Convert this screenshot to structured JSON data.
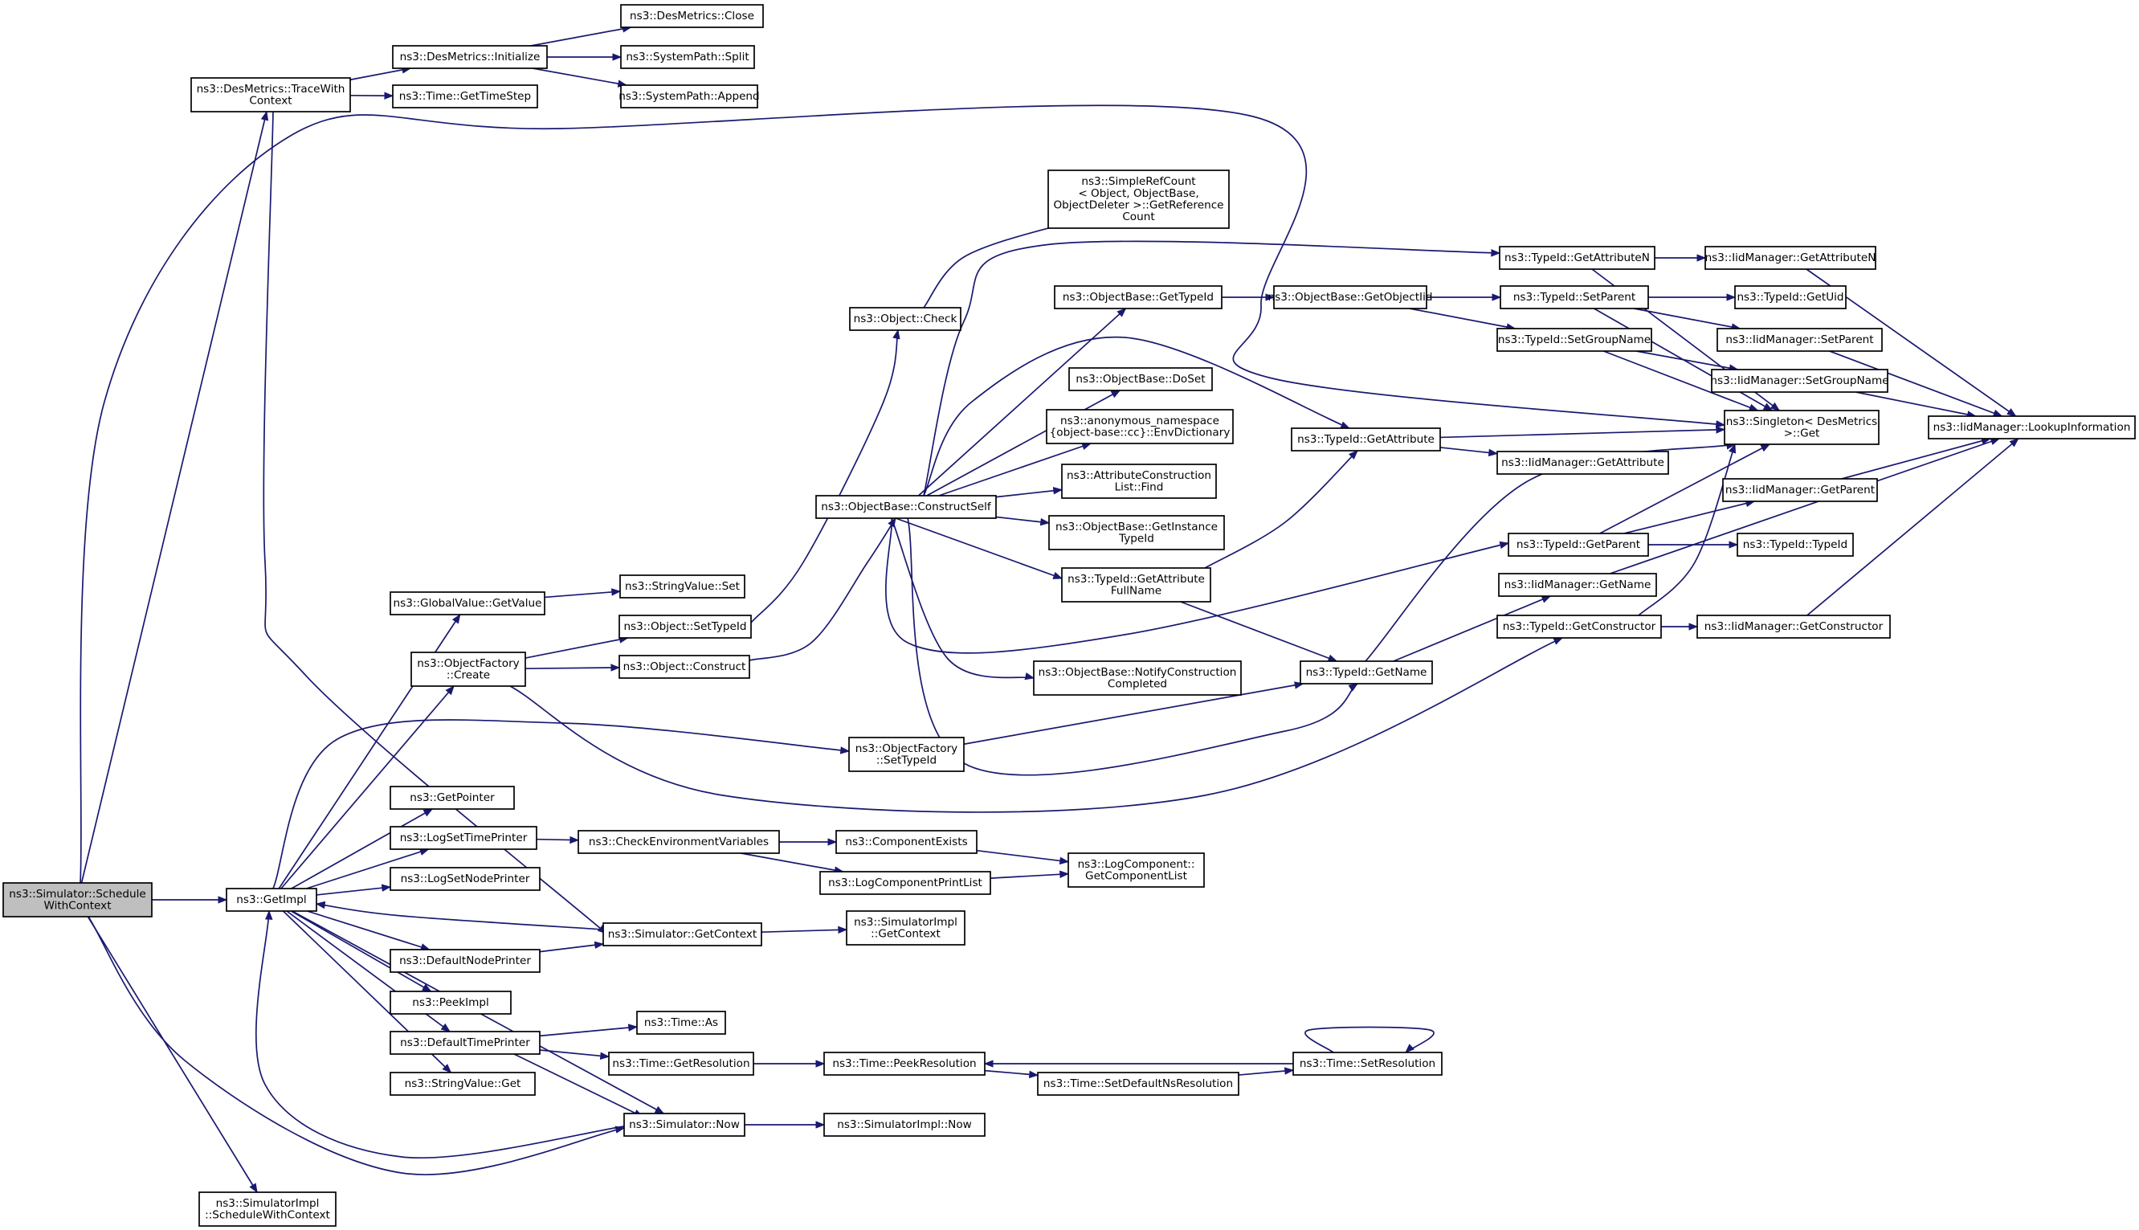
{
  "accent": "#191970",
  "root_fill": "#bfbfbf",
  "nodes": [
    {
      "id": "root",
      "lines": [
        "ns3::Simulator::Schedule",
        "WithContext"
      ],
      "root": true
    },
    {
      "id": "trace",
      "lines": [
        "ns3::DesMetrics::TraceWith",
        "Context"
      ]
    },
    {
      "id": "sched2",
      "lines": [
        "ns3::SimulatorImpl",
        "::ScheduleWithContext"
      ]
    },
    {
      "id": "getimpl",
      "lines": [
        "ns3::GetImpl"
      ]
    },
    {
      "id": "initialize",
      "lines": [
        "ns3::DesMetrics::Initialize"
      ]
    },
    {
      "id": "gettimestep",
      "lines": [
        "ns3::Time::GetTimeStep"
      ]
    },
    {
      "id": "close",
      "lines": [
        "ns3::DesMetrics::Close"
      ]
    },
    {
      "id": "split",
      "lines": [
        "ns3::SystemPath::Split"
      ]
    },
    {
      "id": "append",
      "lines": [
        "ns3::SystemPath::Append"
      ]
    },
    {
      "id": "gvget",
      "lines": [
        "ns3::GlobalValue::GetValue"
      ]
    },
    {
      "id": "svset",
      "lines": [
        "ns3::StringValue::Set"
      ]
    },
    {
      "id": "ofcreate",
      "lines": [
        "ns3::ObjectFactory",
        "::Create"
      ]
    },
    {
      "id": "objsettype",
      "lines": [
        "ns3::Object::SetTypeId"
      ]
    },
    {
      "id": "objconstruct",
      "lines": [
        "ns3::Object::Construct"
      ]
    },
    {
      "id": "objcheck",
      "lines": [
        "ns3::Object::Check"
      ]
    },
    {
      "id": "simpleref",
      "lines": [
        "ns3::SimpleRefCount",
        "< Object, ObjectBase,",
        "ObjectDeleter >::GetReference",
        "Count"
      ]
    },
    {
      "id": "ofsettype",
      "lines": [
        "ns3::ObjectFactory",
        "::SetTypeId"
      ]
    },
    {
      "id": "construct",
      "lines": [
        "ns3::ObjectBase::ConstructSelf"
      ]
    },
    {
      "id": "obgettype",
      "lines": [
        "ns3::ObjectBase::GetTypeId"
      ]
    },
    {
      "id": "dobset",
      "lines": [
        "ns3::ObjectBase::DoSet"
      ]
    },
    {
      "id": "envdict",
      "lines": [
        "ns3::anonymous_namespace",
        "{object-base::cc}::EnvDictionary"
      ]
    },
    {
      "id": "acfind",
      "lines": [
        "ns3::AttributeConstruction",
        "List::Find"
      ]
    },
    {
      "id": "obgetinst",
      "lines": [
        "ns3::ObjectBase::GetInstance",
        "TypeId"
      ]
    },
    {
      "id": "tidgetattrfull",
      "lines": [
        "ns3::TypeId::GetAttribute",
        "FullName"
      ]
    },
    {
      "id": "notify",
      "lines": [
        "ns3::ObjectBase::NotifyConstruction",
        "Completed"
      ]
    },
    {
      "id": "obgetobj",
      "lines": [
        "ns3::ObjectBase::GetObjectIid"
      ]
    },
    {
      "id": "tidgetattr",
      "lines": [
        "ns3::TypeId::GetAttribute"
      ]
    },
    {
      "id": "tidgetname",
      "lines": [
        "ns3::TypeId::GetName"
      ]
    },
    {
      "id": "tidgetattrn",
      "lines": [
        "ns3::TypeId::GetAttributeN"
      ]
    },
    {
      "id": "tidsetparent",
      "lines": [
        "ns3::TypeId::SetParent"
      ]
    },
    {
      "id": "tidsetgroup",
      "lines": [
        "ns3::TypeId::SetGroupName"
      ]
    },
    {
      "id": "singleton",
      "lines": [
        "ns3::Singleton< DesMetrics",
        ">::Get"
      ]
    },
    {
      "id": "iidgetattr",
      "lines": [
        "ns3::IidManager::GetAttribute"
      ]
    },
    {
      "id": "tidgetparent",
      "lines": [
        "ns3::TypeId::GetParent"
      ]
    },
    {
      "id": "iidgetname",
      "lines": [
        "ns3::IidManager::GetName"
      ]
    },
    {
      "id": "tidgetctor",
      "lines": [
        "ns3::TypeId::GetConstructor"
      ]
    },
    {
      "id": "iidgetattrn",
      "lines": [
        "ns3::IidManager::GetAttributeN"
      ]
    },
    {
      "id": "tidgetuid",
      "lines": [
        "ns3::TypeId::GetUid"
      ]
    },
    {
      "id": "iidsetparent",
      "lines": [
        "ns3::IidManager::SetParent"
      ]
    },
    {
      "id": "iidsetgroup",
      "lines": [
        "ns3::IidManager::SetGroupName"
      ]
    },
    {
      "id": "iidgetparent",
      "lines": [
        "ns3::IidManager::GetParent"
      ]
    },
    {
      "id": "tidtypeid",
      "lines": [
        "ns3::TypeId::TypeId"
      ]
    },
    {
      "id": "iidgetctor",
      "lines": [
        "ns3::IidManager::GetConstructor"
      ]
    },
    {
      "id": "lookup",
      "lines": [
        "ns3::IidManager::LookupInformation"
      ]
    },
    {
      "id": "getpointer",
      "lines": [
        "ns3::GetPointer"
      ]
    },
    {
      "id": "logsettime",
      "lines": [
        "ns3::LogSetTimePrinter"
      ]
    },
    {
      "id": "logsetnode",
      "lines": [
        "ns3::LogSetNodePrinter"
      ]
    },
    {
      "id": "checkenv",
      "lines": [
        "ns3::CheckEnvironmentVariables"
      ]
    },
    {
      "id": "compexists",
      "lines": [
        "ns3::ComponentExists"
      ]
    },
    {
      "id": "logcompprint",
      "lines": [
        "ns3::LogComponentPrintList"
      ]
    },
    {
      "id": "logcompget",
      "lines": [
        "ns3::LogComponent::",
        "GetComponentList"
      ]
    },
    {
      "id": "defnode",
      "lines": [
        "ns3::DefaultNodePrinter"
      ]
    },
    {
      "id": "simgetctx",
      "lines": [
        "ns3::Simulator::GetContext"
      ]
    },
    {
      "id": "simimplgetctx",
      "lines": [
        "ns3::SimulatorImpl",
        "::GetContext"
      ]
    },
    {
      "id": "peekimpl",
      "lines": [
        "ns3::PeekImpl"
      ]
    },
    {
      "id": "deftime",
      "lines": [
        "ns3::DefaultTimePrinter"
      ]
    },
    {
      "id": "svget",
      "lines": [
        "ns3::StringValue::Get"
      ]
    },
    {
      "id": "timeas",
      "lines": [
        "ns3::Time::As"
      ]
    },
    {
      "id": "timegetres",
      "lines": [
        "ns3::Time::GetResolution"
      ]
    },
    {
      "id": "timepeekres",
      "lines": [
        "ns3::Time::PeekResolution"
      ]
    },
    {
      "id": "timesetdef",
      "lines": [
        "ns3::Time::SetDefaultNsResolution"
      ]
    },
    {
      "id": "timesetres",
      "lines": [
        "ns3::Time::SetResolution"
      ]
    },
    {
      "id": "simnow",
      "lines": [
        "ns3::Simulator::Now"
      ]
    },
    {
      "id": "simimplnow",
      "lines": [
        "ns3::SimulatorImpl::Now"
      ]
    }
  ],
  "edges": [
    {
      "from": "root",
      "to": "trace"
    },
    {
      "from": "root",
      "to": "getimpl"
    },
    {
      "from": "root",
      "to": "sched2"
    },
    {
      "from": "root",
      "to": "singleton"
    },
    {
      "from": "root",
      "to": "simnow"
    },
    {
      "from": "trace",
      "to": "initialize"
    },
    {
      "from": "trace",
      "to": "gettimestep"
    },
    {
      "from": "trace",
      "to": "simgetctx"
    },
    {
      "from": "initialize",
      "to": "close"
    },
    {
      "from": "initialize",
      "to": "split"
    },
    {
      "from": "initialize",
      "to": "append"
    },
    {
      "from": "getimpl",
      "to": "gvget"
    },
    {
      "from": "getimpl",
      "to": "ofcreate"
    },
    {
      "from": "getimpl",
      "to": "ofsettype"
    },
    {
      "from": "getimpl",
      "to": "getpointer"
    },
    {
      "from": "getimpl",
      "to": "logsettime"
    },
    {
      "from": "getimpl",
      "to": "logsetnode"
    },
    {
      "from": "getimpl",
      "to": "defnode"
    },
    {
      "from": "getimpl",
      "to": "peekimpl"
    },
    {
      "from": "getimpl",
      "to": "deftime"
    },
    {
      "from": "getimpl",
      "to": "svget"
    },
    {
      "from": "getimpl",
      "to": "simnow"
    },
    {
      "from": "gvget",
      "to": "svset"
    },
    {
      "from": "ofcreate",
      "to": "objsettype"
    },
    {
      "from": "ofcreate",
      "to": "objconstruct"
    },
    {
      "from": "ofcreate",
      "to": "tidgetctor"
    },
    {
      "from": "objsettype",
      "to": "objcheck"
    },
    {
      "from": "objcheck",
      "to": "simpleref"
    },
    {
      "from": "objconstruct",
      "to": "construct"
    },
    {
      "from": "ofsettype",
      "to": "tidgetname"
    },
    {
      "from": "construct",
      "to": "obgettype"
    },
    {
      "from": "construct",
      "to": "dobset"
    },
    {
      "from": "construct",
      "to": "envdict"
    },
    {
      "from": "construct",
      "to": "acfind"
    },
    {
      "from": "construct",
      "to": "obgetinst"
    },
    {
      "from": "construct",
      "to": "tidgetattrfull"
    },
    {
      "from": "construct",
      "to": "notify"
    },
    {
      "from": "construct",
      "to": "tidgetattr"
    },
    {
      "from": "construct",
      "to": "tidgetname"
    },
    {
      "from": "construct",
      "to": "tidgetattrn"
    },
    {
      "from": "construct",
      "to": "tidgetparent"
    },
    {
      "from": "obgettype",
      "to": "obgetobj"
    },
    {
      "from": "obgetobj",
      "to": "tidsetparent"
    },
    {
      "from": "obgetobj",
      "to": "tidsetgroup"
    },
    {
      "from": "tidgetattrfull",
      "to": "tidgetattr"
    },
    {
      "from": "tidgetattrfull",
      "to": "tidgetname"
    },
    {
      "from": "tidgetattr",
      "to": "singleton"
    },
    {
      "from": "tidgetattr",
      "to": "iidgetattr"
    },
    {
      "from": "tidgetname",
      "to": "singleton"
    },
    {
      "from": "tidgetname",
      "to": "iidgetname"
    },
    {
      "from": "tidgetattrn",
      "to": "singleton"
    },
    {
      "from": "tidgetattrn",
      "to": "iidgetattrn"
    },
    {
      "from": "tidsetparent",
      "to": "singleton"
    },
    {
      "from": "tidsetparent",
      "to": "tidgetuid"
    },
    {
      "from": "tidsetparent",
      "to": "iidsetparent"
    },
    {
      "from": "tidsetgroup",
      "to": "singleton"
    },
    {
      "from": "tidsetgroup",
      "to": "iidsetgroup"
    },
    {
      "from": "tidgetparent",
      "to": "singleton"
    },
    {
      "from": "tidgetparent",
      "to": "iidgetparent"
    },
    {
      "from": "tidgetparent",
      "to": "tidtypeid"
    },
    {
      "from": "tidgetctor",
      "to": "singleton"
    },
    {
      "from": "tidgetctor",
      "to": "iidgetctor"
    },
    {
      "from": "iidgetattrn",
      "to": "lookup"
    },
    {
      "from": "iidsetparent",
      "to": "lookup"
    },
    {
      "from": "iidsetgroup",
      "to": "lookup"
    },
    {
      "from": "iidgetparent",
      "to": "lookup"
    },
    {
      "from": "iidgetname",
      "to": "lookup"
    },
    {
      "from": "iidgetctor",
      "to": "lookup"
    },
    {
      "from": "logsettime",
      "to": "checkenv"
    },
    {
      "from": "checkenv",
      "to": "compexists"
    },
    {
      "from": "checkenv",
      "to": "logcompprint"
    },
    {
      "from": "compexists",
      "to": "logcompget"
    },
    {
      "from": "logcompprint",
      "to": "logcompget"
    },
    {
      "from": "defnode",
      "to": "simgetctx"
    },
    {
      "from": "simgetctx",
      "to": "getimpl"
    },
    {
      "from": "simgetctx",
      "to": "simimplgetctx"
    },
    {
      "from": "deftime",
      "to": "timeas"
    },
    {
      "from": "deftime",
      "to": "timegetres"
    },
    {
      "from": "deftime",
      "to": "simnow"
    },
    {
      "from": "timegetres",
      "to": "timepeekres"
    },
    {
      "from": "timepeekres",
      "to": "timesetdef"
    },
    {
      "from": "timesetdef",
      "to": "timesetres"
    },
    {
      "from": "timesetres",
      "to": "timepeekres"
    },
    {
      "from": "timesetres",
      "to": "timesetres"
    },
    {
      "from": "simnow",
      "to": "getimpl"
    },
    {
      "from": "simnow",
      "to": "simimplnow"
    }
  ]
}
